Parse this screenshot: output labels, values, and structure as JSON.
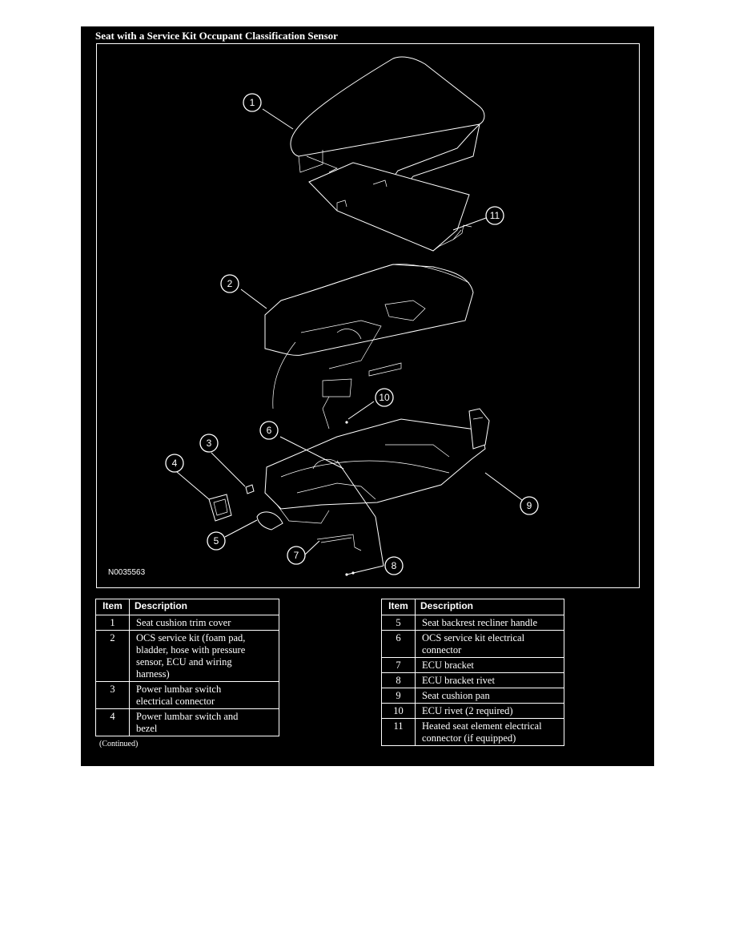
{
  "title": "Seat with a Service Kit Occupant Classification Sensor",
  "diagram": {
    "id_label": "N0035563",
    "callouts": [
      "1",
      "2",
      "3",
      "4",
      "5",
      "6",
      "7",
      "8",
      "9",
      "10",
      "11"
    ]
  },
  "legend_left": {
    "headers": [
      "Item",
      "Description"
    ],
    "rows": [
      {
        "item": "1",
        "lines": [
          "Seat cushion trim cover"
        ]
      },
      {
        "item": "2",
        "lines": [
          "OCS service kit (foam pad,",
          "bladder, hose with pressure",
          "sensor, ECU and wiring",
          "harness)"
        ]
      },
      {
        "item": "3",
        "lines": [
          "Power lumbar switch",
          "electrical connector"
        ]
      },
      {
        "item": "4",
        "lines": [
          "Power lumbar switch and",
          "bezel"
        ]
      }
    ]
  },
  "legend_right": {
    "headers": [
      "Item",
      "Description"
    ],
    "rows": [
      {
        "item": "5",
        "lines": [
          "Seat backrest recliner handle"
        ]
      },
      {
        "item": "6",
        "lines": [
          "OCS service kit electrical",
          "connector"
        ]
      },
      {
        "item": "7",
        "lines": [
          "ECU bracket"
        ]
      },
      {
        "item": "8",
        "lines": [
          "ECU bracket rivet"
        ]
      },
      {
        "item": "9",
        "lines": [
          "Seat cushion pan"
        ]
      },
      {
        "item": "10",
        "lines": [
          "ECU rivet (2 required)"
        ]
      },
      {
        "item": "11",
        "lines": [
          "Heated seat element electrical",
          "connector (if equipped)"
        ]
      }
    ]
  },
  "continued_note": "(Continued)",
  "colors": {
    "background": "#000000",
    "foreground": "#ffffff",
    "page": "#ffffff"
  }
}
